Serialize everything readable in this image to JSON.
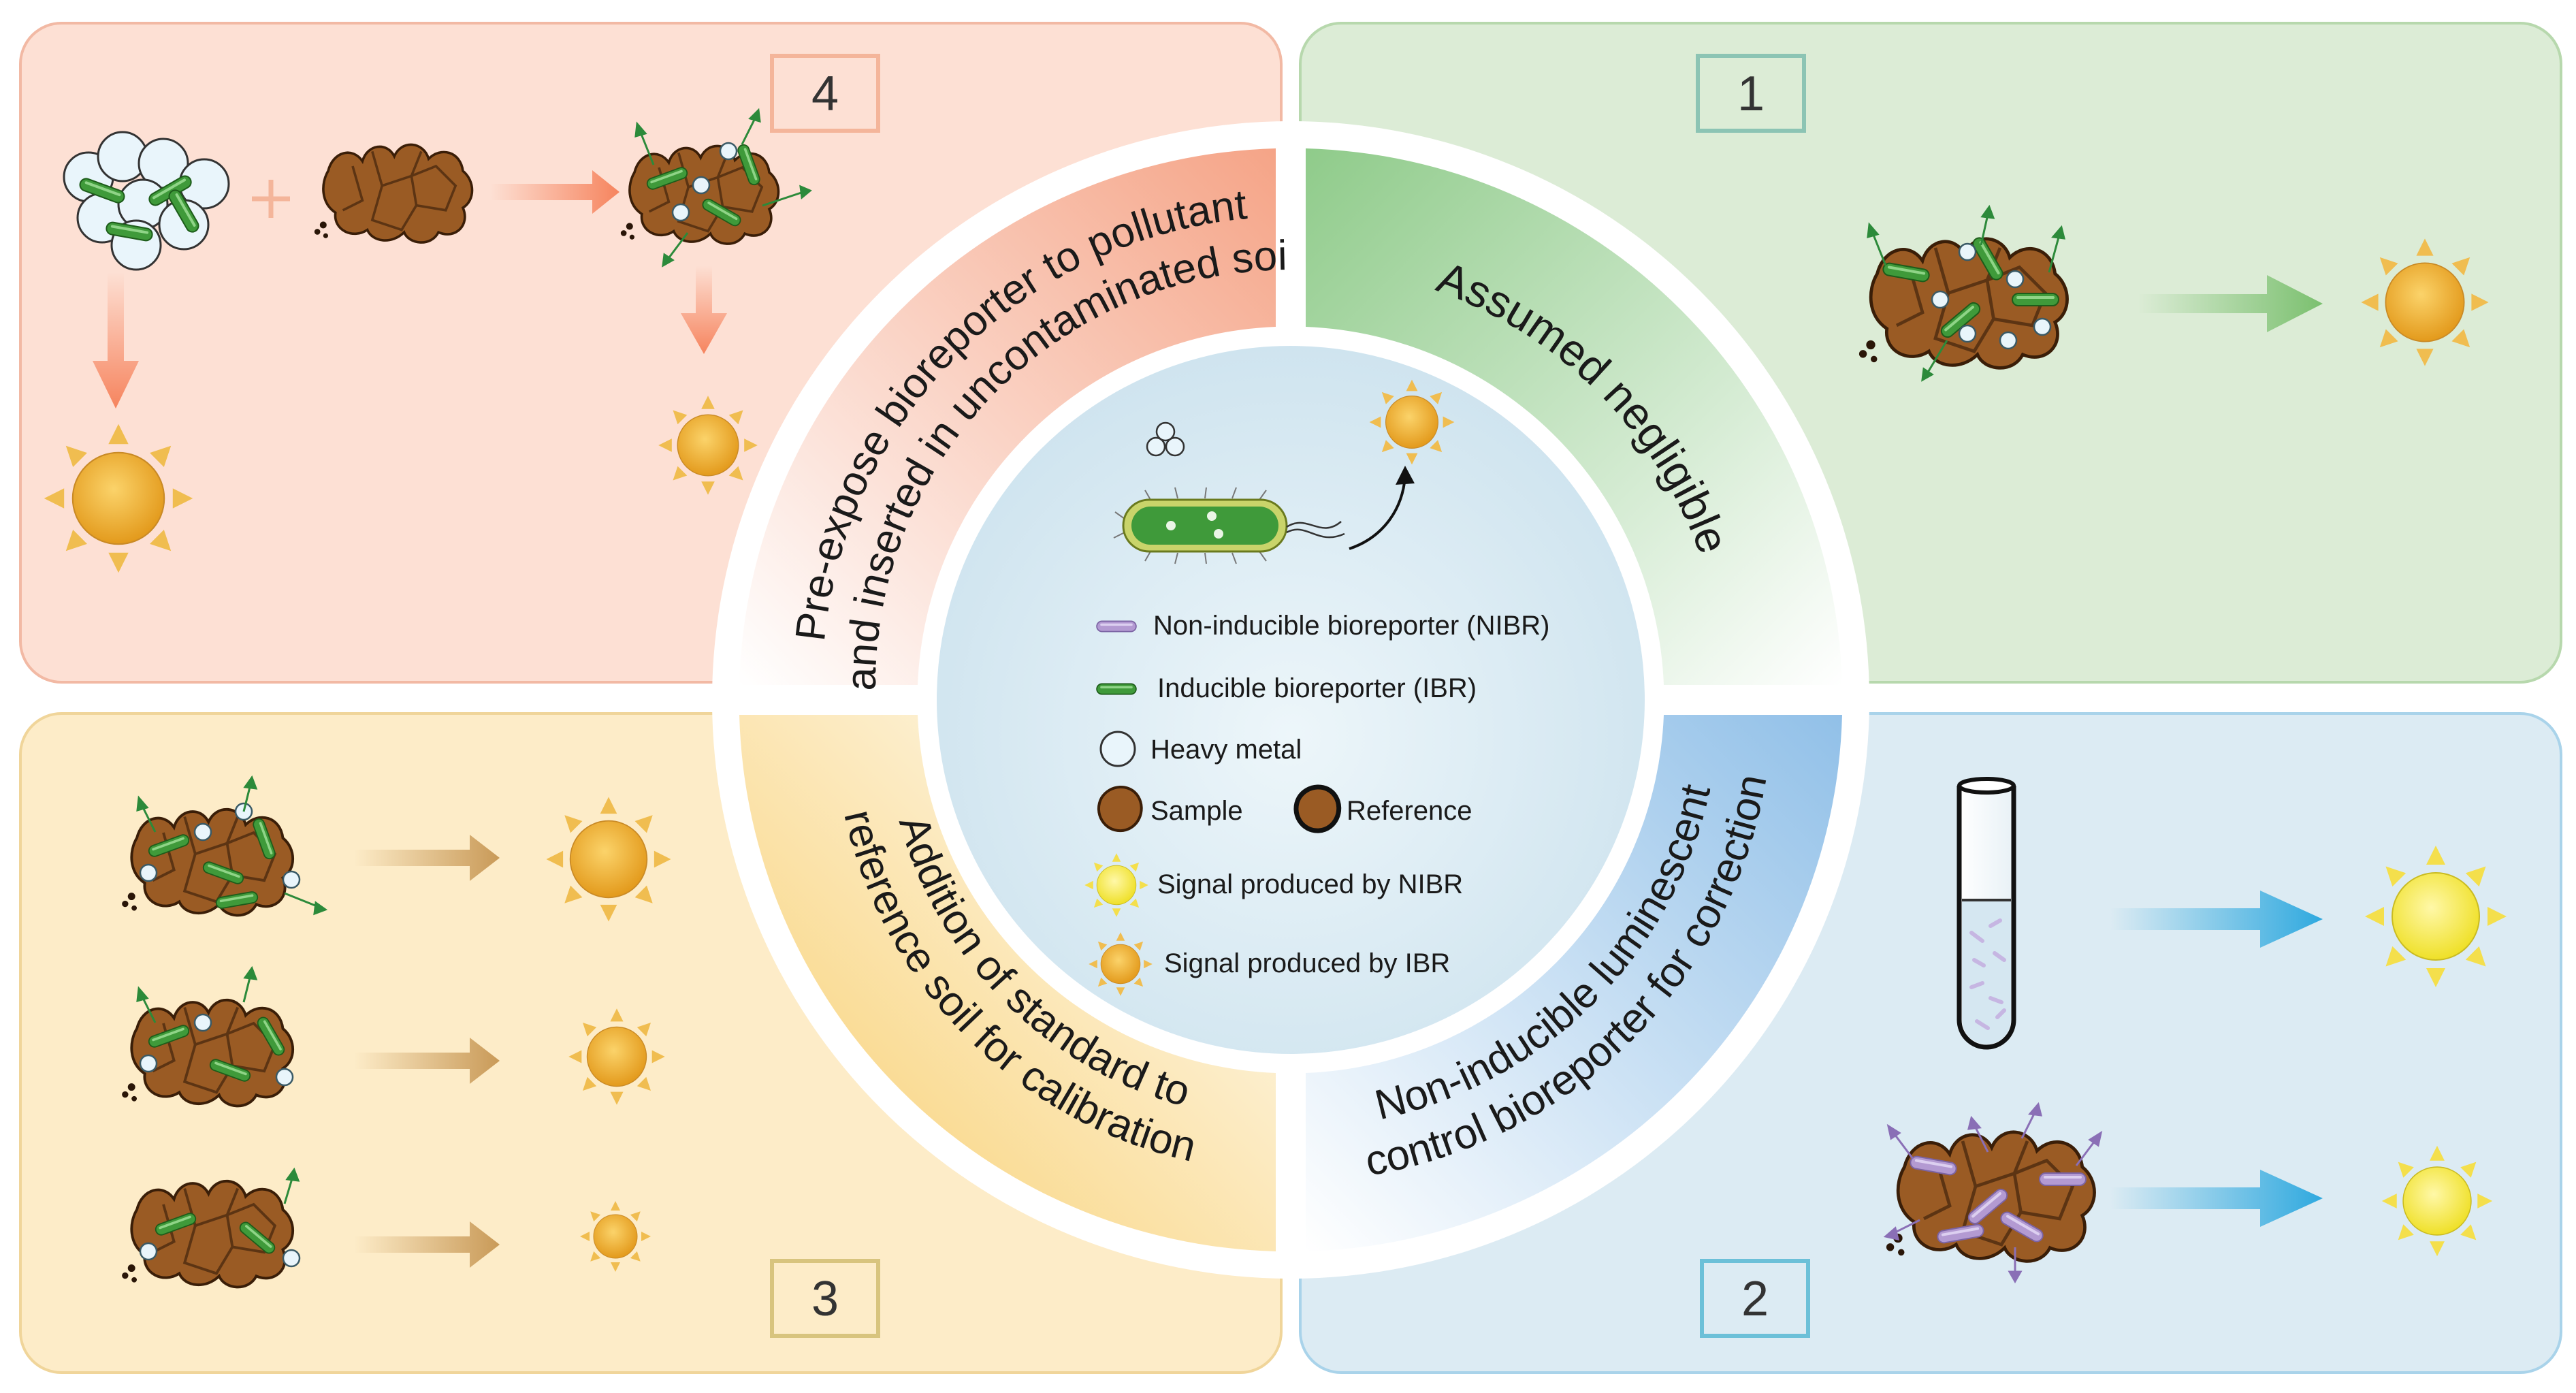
{
  "panels": {
    "p4": {
      "number": "4"
    },
    "p1": {
      "number": "1"
    },
    "p3": {
      "number": "3"
    },
    "p2": {
      "number": "2"
    }
  },
  "arc_labels": {
    "p4_line1": "Pre-expose bioreporter to pollutant",
    "p4_line2": "and inserted in uncontaminated soil",
    "p1_line1": "Assumed negligible",
    "p3_line1": "Addition of standard to",
    "p3_line2": "reference soil for calibration",
    "p2_line1": "Non-inducible luminescent",
    "p2_line2": "control bioreporter for correction"
  },
  "legend": [
    {
      "key": "nibr",
      "icon": "purple-bacterium-icon",
      "label": "Non-inducible bioreporter (NIBR)"
    },
    {
      "key": "ibr",
      "icon": "green-bacterium-icon",
      "label": "Inducible bioreporter (IBR)"
    },
    {
      "key": "metal",
      "icon": "heavy-metal-icon",
      "label": "Heavy metal"
    },
    {
      "key": "sample",
      "icon": "sample-particle-icon",
      "label": "Sample"
    },
    {
      "key": "reference",
      "icon": "reference-particle-icon",
      "label": "Reference"
    },
    {
      "key": "sig_nibr",
      "icon": "yellow-sun-icon",
      "label": "Signal produced by NIBR"
    },
    {
      "key": "sig_ibr",
      "icon": "orange-sun-icon",
      "label": "Signal produced by IBR"
    }
  ],
  "colors": {
    "panel4_bg": "#fde0d4",
    "panel1_bg": "#dcecd6",
    "panel3_bg": "#fdecc8",
    "panel2_bg": "#dcebf3",
    "ring4": "#f6a68c",
    "ring1": "#9fd09a",
    "ring3": "#f9d27a",
    "ring2": "#9ec7ea",
    "center": "#d4e8f2",
    "soil": "#9a5b24",
    "ibr": "#3f9a3a",
    "nibr": "#b39ad2",
    "sun_ibr": "#eba92a",
    "sun_nibr": "#f3e63e"
  }
}
